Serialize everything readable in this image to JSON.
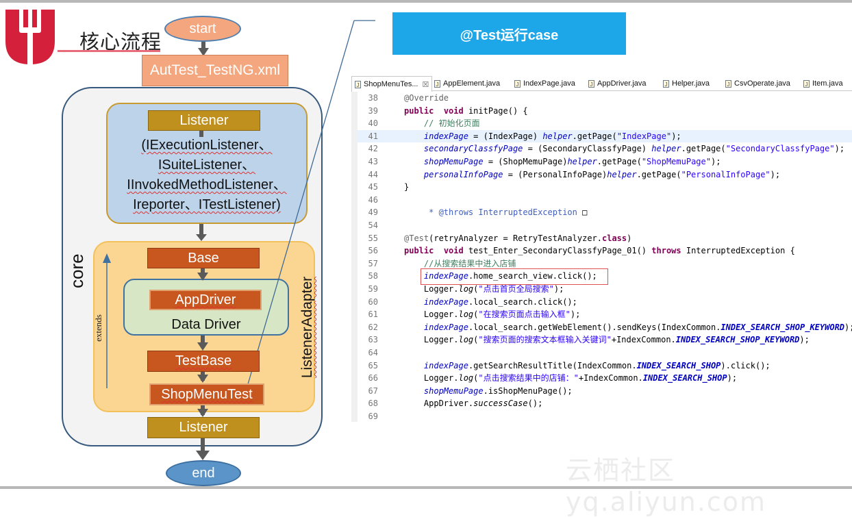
{
  "header": {
    "title": "核心流程",
    "banner": "@Test运行case"
  },
  "flow": {
    "start": "start",
    "xml": "AutTest_TestNG.xml",
    "listener_top": "Listener",
    "listener_lines": [
      "(IExecutionListener、",
      "ISuiteListener、",
      "IInvokedMethodListener、",
      "Ireporter、ITestListener)"
    ],
    "core_label": "core",
    "adapter_label": "ListenerAdapter",
    "extends_label": "extends",
    "base": "Base",
    "appdriver": "AppDriver",
    "data_driver": "Data Driver",
    "testbase": "TestBase",
    "shopmenutest": "ShopMenuTest",
    "listener_bottom": "Listener",
    "end": "end"
  },
  "editor": {
    "tabs": [
      "ShopMenuTes...",
      "AppElement.java",
      "IndexPage.java",
      "AppDriver.java",
      "Helper.java",
      "CsvOperate.java",
      "Item.java"
    ],
    "close_mark": "☒",
    "lines": [
      {
        "n": "38",
        "segs": [
          [
            "ann",
            "@Override"
          ]
        ]
      },
      {
        "n": "39",
        "segs": [
          [
            "kw",
            "public"
          ],
          [
            "",
            "  "
          ],
          [
            "kw",
            "void"
          ],
          [
            "",
            " initPage() {"
          ]
        ]
      },
      {
        "n": "40",
        "segs": [
          [
            "",
            "    "
          ],
          [
            "cm",
            "// 初始化页面"
          ]
        ]
      },
      {
        "n": "41",
        "segs": [
          [
            "",
            "    "
          ],
          [
            "fld",
            "indexPage"
          ],
          [
            "",
            " = (IndexPage) "
          ],
          [
            "fld",
            "helper"
          ],
          [
            "",
            ".getPage("
          ],
          [
            "str",
            "\"IndexPage\""
          ],
          [
            "",
            ");"
          ]
        ]
      },
      {
        "n": "42",
        "segs": [
          [
            "",
            "    "
          ],
          [
            "fld",
            "secondaryClassfyPage"
          ],
          [
            "",
            " = (SecondaryClassfyPage) "
          ],
          [
            "fld",
            "helper"
          ],
          [
            "",
            ".getPage("
          ],
          [
            "str",
            "\"SecondaryClassfyPage\""
          ],
          [
            "",
            ");"
          ]
        ]
      },
      {
        "n": "43",
        "segs": [
          [
            "",
            "    "
          ],
          [
            "fld",
            "shopMemuPage"
          ],
          [
            "",
            " = (ShopMemuPage)"
          ],
          [
            "fld",
            "helper"
          ],
          [
            "",
            ".getPage("
          ],
          [
            "str",
            "\"ShopMemuPage\""
          ],
          [
            "",
            ");"
          ]
        ]
      },
      {
        "n": "44",
        "segs": [
          [
            "",
            "    "
          ],
          [
            "fld",
            "personalInfoPage"
          ],
          [
            "",
            " = (PersonalInfoPage)"
          ],
          [
            "fld",
            "helper"
          ],
          [
            "",
            ".getPage("
          ],
          [
            "str",
            "\"PersonalInfoPage\""
          ],
          [
            "",
            ");"
          ]
        ]
      },
      {
        "n": "45",
        "segs": [
          [
            "",
            "}"
          ]
        ]
      },
      {
        "n": "46",
        "segs": [
          [
            "",
            ""
          ]
        ]
      },
      {
        "n": "49",
        "segs": [
          [
            "",
            "     "
          ],
          [
            "jd",
            "* @throws InterruptedException"
          ],
          [
            "",
            " □"
          ]
        ]
      },
      {
        "n": "54",
        "segs": [
          [
            "",
            ""
          ]
        ]
      },
      {
        "n": "55",
        "segs": [
          [
            "ann",
            "@Test"
          ],
          [
            "",
            "(retryAnalyzer = RetryTestAnalyzer."
          ],
          [
            "kw",
            "class"
          ],
          [
            "",
            ")"
          ]
        ]
      },
      {
        "n": "56",
        "segs": [
          [
            "kw",
            "public"
          ],
          [
            "",
            "  "
          ],
          [
            "kw",
            "void"
          ],
          [
            "",
            " test_Enter_SecondaryClassfyPage_01() "
          ],
          [
            "kw",
            "throws"
          ],
          [
            "",
            " InterruptedException {"
          ]
        ]
      },
      {
        "n": "57",
        "segs": [
          [
            "",
            "    "
          ],
          [
            "cm",
            "//从搜索结果中进入店铺"
          ]
        ]
      },
      {
        "n": "58",
        "segs": [
          [
            "",
            "    "
          ],
          [
            "fld",
            "indexPage"
          ],
          [
            "",
            ".home_search_view.click();"
          ]
        ]
      },
      {
        "n": "59",
        "segs": [
          [
            "",
            "    Logger."
          ],
          [
            "it",
            "log"
          ],
          [
            "",
            "("
          ],
          [
            "str",
            "\"点击首页全局搜索\""
          ],
          [
            "",
            ");"
          ]
        ]
      },
      {
        "n": "60",
        "segs": [
          [
            "",
            "    "
          ],
          [
            "fld",
            "indexPage"
          ],
          [
            "",
            ".local_search.click();"
          ]
        ]
      },
      {
        "n": "61",
        "segs": [
          [
            "",
            "    Logger."
          ],
          [
            "it",
            "log"
          ],
          [
            "",
            "("
          ],
          [
            "str",
            "\"在搜索页面点击输入框\""
          ],
          [
            "",
            ");"
          ]
        ]
      },
      {
        "n": "62",
        "segs": [
          [
            "",
            "    "
          ],
          [
            "fld",
            "indexPage"
          ],
          [
            "",
            ".local_search.getWebElement().sendKeys(IndexCommon."
          ],
          [
            "sf",
            "INDEX_SEARCH_SHOP_KEYWORD"
          ],
          [
            "",
            ");"
          ]
        ]
      },
      {
        "n": "63",
        "segs": [
          [
            "",
            "    Logger."
          ],
          [
            "it",
            "log"
          ],
          [
            "",
            "("
          ],
          [
            "str",
            "\"搜索页面的搜索文本框输入关键词\""
          ],
          [
            "",
            "+IndexCommon."
          ],
          [
            "sf",
            "INDEX_SEARCH_SHOP_KEYWORD"
          ],
          [
            "",
            ");"
          ]
        ]
      },
      {
        "n": "64",
        "segs": [
          [
            "",
            ""
          ]
        ]
      },
      {
        "n": "65",
        "segs": [
          [
            "",
            "    "
          ],
          [
            "fld",
            "indexPage"
          ],
          [
            "",
            ".getSearchResultTitle(IndexCommon."
          ],
          [
            "sf",
            "INDEX_SEARCH_SHOP"
          ],
          [
            "",
            ").click();"
          ]
        ]
      },
      {
        "n": "66",
        "segs": [
          [
            "",
            "    Logger."
          ],
          [
            "it",
            "log"
          ],
          [
            "",
            "("
          ],
          [
            "str",
            "\"点击搜索结果中的店铺：\""
          ],
          [
            "",
            "+IndexCommon."
          ],
          [
            "sf",
            "INDEX_SEARCH_SHOP"
          ],
          [
            "",
            ");"
          ]
        ]
      },
      {
        "n": "67",
        "segs": [
          [
            "",
            "    "
          ],
          [
            "fld",
            "shopMemuPage"
          ],
          [
            "",
            ".isShopMenuPage();"
          ]
        ]
      },
      {
        "n": "68",
        "segs": [
          [
            "",
            "    AppDriver."
          ],
          [
            "it",
            "successCase"
          ],
          [
            "",
            "();"
          ]
        ]
      },
      {
        "n": "69",
        "segs": [
          [
            "",
            ""
          ]
        ]
      }
    ]
  },
  "watermark": "云栖社区 yq.aliyun.com",
  "colors": {
    "brand": "#d4203a",
    "banner": "#1ea7e8",
    "oval": "#f4a77e",
    "end_oval": "#5b94c9",
    "gold": "#c0901e",
    "rust": "#c7561f"
  }
}
